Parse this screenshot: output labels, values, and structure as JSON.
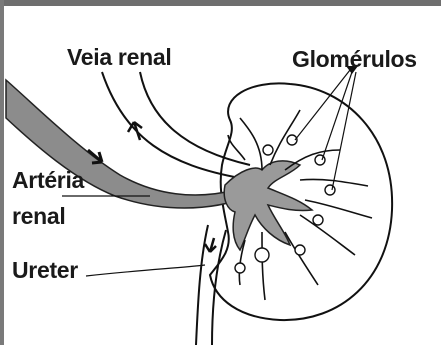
{
  "labels": {
    "veia_renal": "Veia renal",
    "glomerulos": "Glomérulos",
    "arteria_line1": "Artéria",
    "arteria_line2": "renal",
    "ureter": "Ureter"
  },
  "colors": {
    "artery_fill": "#8c8c8c",
    "kidney_fill": "#ffffff",
    "outline": "#111111",
    "frame": "#6e6e6e"
  }
}
